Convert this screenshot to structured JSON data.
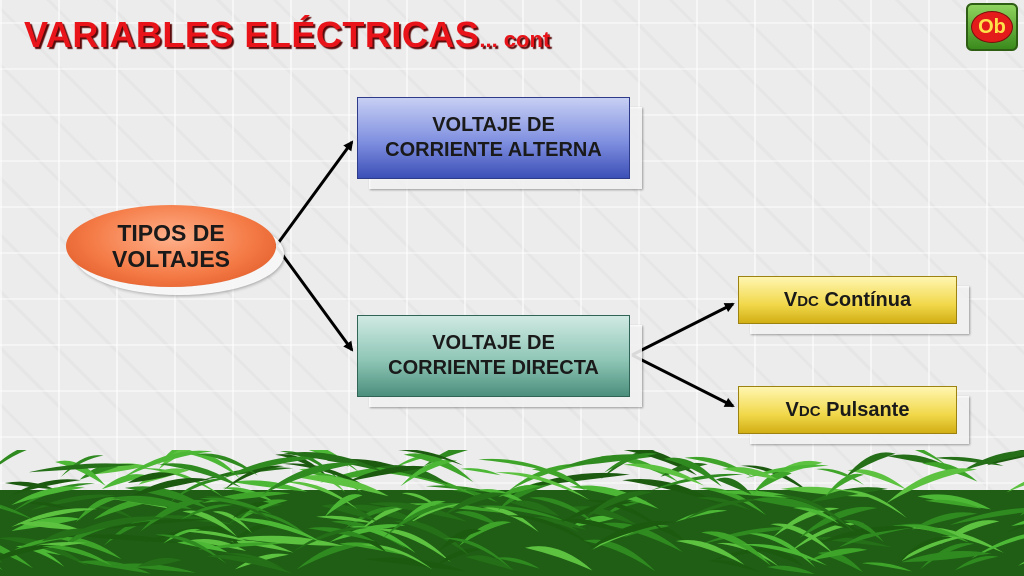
{
  "title": {
    "main": "VARIABLES ELÉCTRICAS",
    "sub": "... cont"
  },
  "logo": {
    "text": "Ob"
  },
  "diagram": {
    "root": "TIPOS DE\nVOLTAJES",
    "ac": "VOLTAJE DE\nCORRIENTE ALTERNA",
    "dc": "VOLTAJE DE\nCORRIENTE DIRECTA",
    "vdc_continua": {
      "prefix": "V",
      "sub": "DC",
      "label": "Contínua"
    },
    "vdc_pulsante": {
      "prefix": "V",
      "sub": "DC",
      "label": "Pulsante"
    }
  },
  "colors": {
    "title": "#e8141a",
    "ac_box": "#4e5fc4",
    "dc_box": "#6eae9c",
    "small_box": "#f1d84a",
    "root": "#f47a45",
    "grass": "#2f8a20"
  }
}
